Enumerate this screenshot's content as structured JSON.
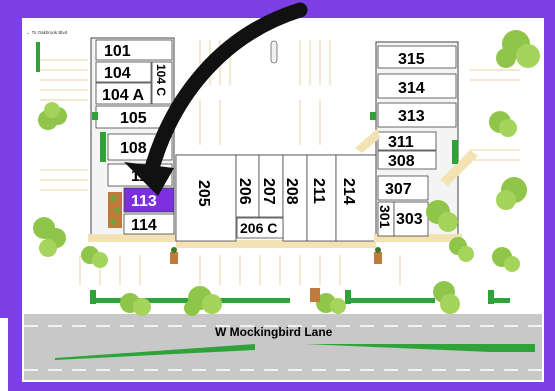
{
  "map": {
    "direction_note": "← To Oakbrook Blvd",
    "street": "W Mockingbird Lane",
    "highlight_color": "#7b2fe0",
    "frame_color": "#7b3fe4",
    "left_block": [
      {
        "id": "101",
        "label": "101"
      },
      {
        "id": "104",
        "label": "104"
      },
      {
        "id": "104c",
        "label": "104 C"
      },
      {
        "id": "104a",
        "label": "104 A"
      },
      {
        "id": "105",
        "label": "105"
      },
      {
        "id": "108",
        "label": "108"
      },
      {
        "id": "112",
        "label": "112"
      },
      {
        "id": "113",
        "label": "113",
        "highlight": true
      },
      {
        "id": "114",
        "label": "114"
      }
    ],
    "center_block": [
      {
        "id": "205",
        "label": "205"
      },
      {
        "id": "206",
        "label": "206"
      },
      {
        "id": "207",
        "label": "207"
      },
      {
        "id": "208",
        "label": "208"
      },
      {
        "id": "211",
        "label": "211"
      },
      {
        "id": "214",
        "label": "214"
      },
      {
        "id": "206c",
        "label": "206 C"
      }
    ],
    "right_block": [
      {
        "id": "315",
        "label": "315"
      },
      {
        "id": "314",
        "label": "314"
      },
      {
        "id": "313",
        "label": "313"
      },
      {
        "id": "311",
        "label": "311"
      },
      {
        "id": "308",
        "label": "308"
      },
      {
        "id": "307",
        "label": "307"
      },
      {
        "id": "301",
        "label": "301"
      },
      {
        "id": "303",
        "label": "303"
      }
    ]
  }
}
